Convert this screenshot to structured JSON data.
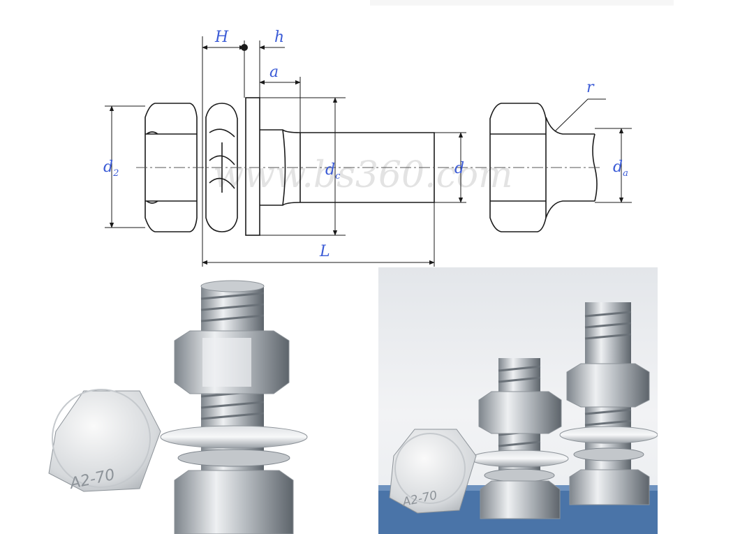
{
  "diagram": {
    "labels": {
      "H": "H",
      "h": "h",
      "a": "a",
      "r": "r",
      "d2_main": "d",
      "d2_sub": "2",
      "dc_main": "d",
      "dc_sub": "c",
      "d": "d",
      "da_main": "d",
      "da_sub": "a",
      "L": "L"
    },
    "watermark": "www.bs360.com",
    "colors": {
      "line": "#1a1a1a",
      "dimension_text": "#3b5bd6",
      "watermark": "#c8c8c8"
    }
  },
  "photos": {
    "left": {
      "head_marking": "A2-70"
    },
    "right": {
      "head_marking": "A2-70",
      "base_color": "#4a74a8"
    }
  }
}
